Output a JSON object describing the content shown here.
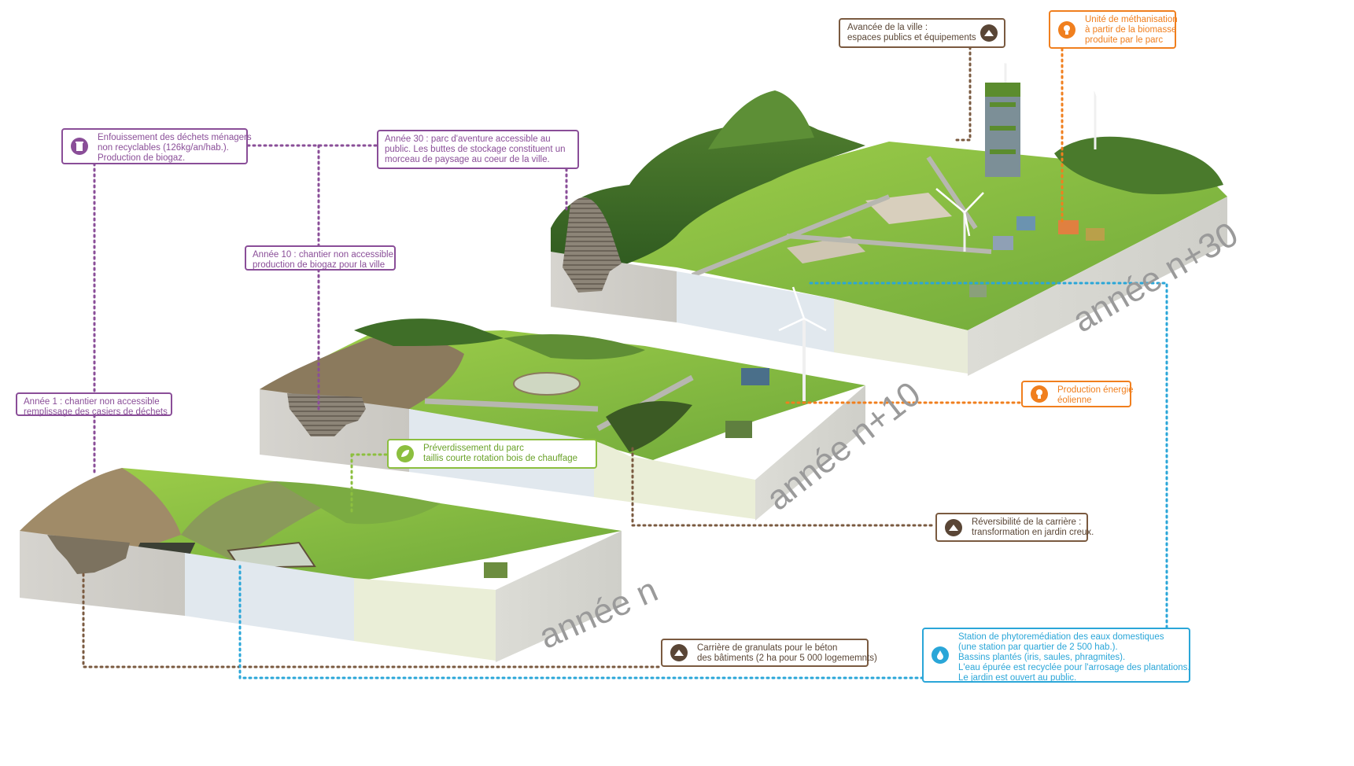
{
  "colors": {
    "purple": "#8a4e98",
    "brown": "#7a5a40",
    "orange": "#f07f1e",
    "green": "#8cbf3f",
    "blue": "#2aa6d8"
  },
  "blocks": [
    {
      "year_label": "année  n"
    },
    {
      "year_label": "année  n+10"
    },
    {
      "year_label": "année  n+30"
    }
  ],
  "labels": {
    "enfouissement": {
      "icon": "waste-bin-icon",
      "lines": [
        "Enfouissement des déchets ménagers",
        "non recyclables (126kg/an/hab.).",
        "Production de biogaz."
      ]
    },
    "annee30": {
      "lines": [
        "Année 30 : parc d'aventure accessible au",
        "public. Les buttes de stockage constituent un",
        "morceau de paysage au coeur de la ville."
      ]
    },
    "annee10": {
      "lines": [
        "Année 10 : chantier non accessible",
        "production de biogaz pour la ville"
      ]
    },
    "annee1": {
      "lines": [
        "Année 1 : chantier non accessible",
        "remplissage des casiers de déchets"
      ]
    },
    "avancee": {
      "icon": "mound-icon",
      "lines": [
        "Avancée de la ville :",
        "espaces publics et équipements"
      ]
    },
    "methanisation": {
      "icon": "bulb-icon",
      "lines": [
        "Unité de méthanisation",
        "à partir de la biomasse",
        "produite par le parc"
      ]
    },
    "eolienne": {
      "icon": "bulb-icon",
      "lines": [
        "Production énergie",
        "éolienne"
      ]
    },
    "preverdissement": {
      "icon": "leaf-icon",
      "lines": [
        "Préverdissement du parc",
        "taillis courte rotation bois de chauffage"
      ]
    },
    "reversibilite": {
      "icon": "mound-icon",
      "lines": [
        "Réversibilité de la carrière :",
        "transformation en jardin creux."
      ]
    },
    "carriere": {
      "icon": "mound-icon",
      "lines": [
        "Carrière de granulats pour le béton",
        "des bâtiments (2 ha pour 5 000 logememnts)"
      ]
    },
    "station": {
      "icon": "water-drop-icon",
      "lines": [
        "Station de phytoremédiation des eaux domestiques",
        "(une station par quartier de 2 500 hab.).",
        "Bassins plantés (iris, saules, phragmites).",
        "L'eau épurée est recyclée pour l'arrosage des plantations.",
        "Le jardin est ouvert au public."
      ]
    }
  }
}
